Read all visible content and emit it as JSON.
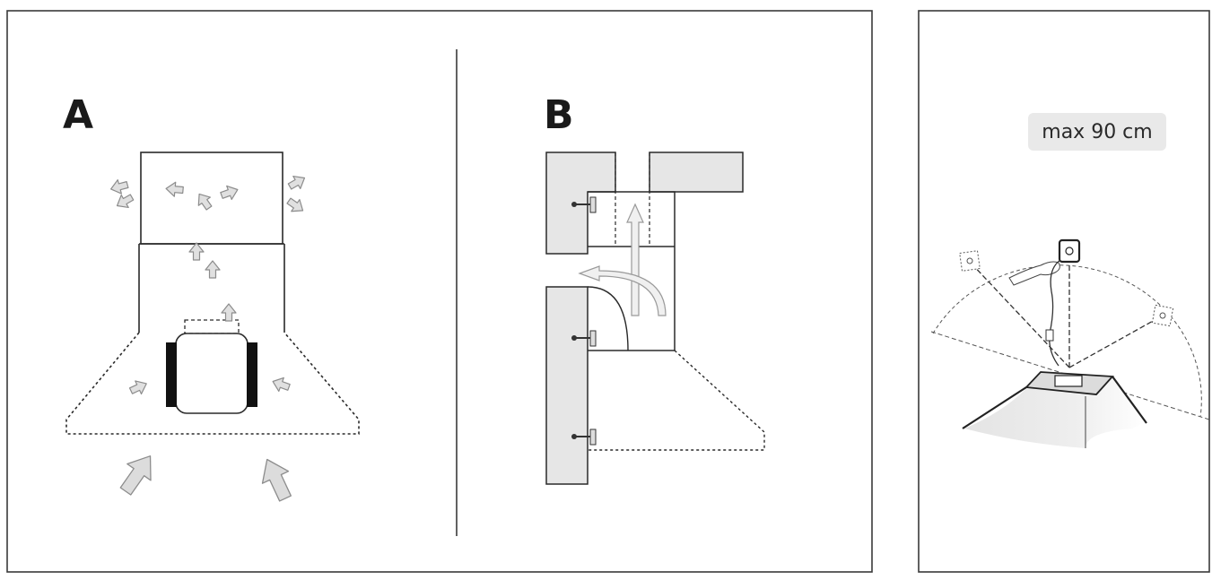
{
  "panels": {
    "a": {
      "label": "A"
    },
    "b": {
      "label": "B"
    },
    "side": {
      "height_tag": "max 90 cm"
    }
  },
  "colors": {
    "outline": "#3a3a3a",
    "arrow_fill": "#d9d9d9",
    "arrow_stroke": "#8c8c8c",
    "wall_fill": "#e6e6e6",
    "motor_bar": "#111111"
  }
}
